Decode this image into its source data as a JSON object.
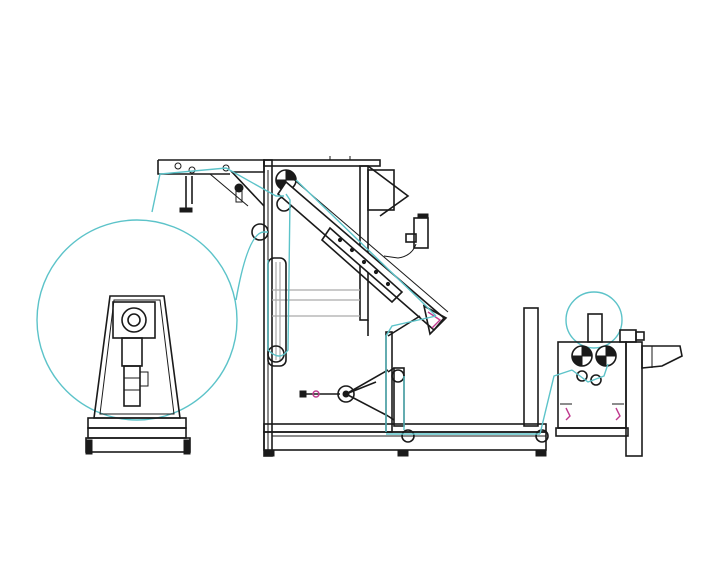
{
  "diagram": {
    "colors": {
      "frame": "#1a1a1a",
      "fabric_path": "#5cc3c9",
      "guide_bars": "#aaaaaa",
      "sensor_accent": "#c03a8e",
      "background": "#ffffff"
    },
    "components": [
      "fabric-roll-unwinder",
      "overhead-feed-beam",
      "main-tower-frame",
      "inclined-inspection-board",
      "control-panel-box",
      "dancer-tension-arm",
      "base-frame",
      "upright-post",
      "rewind-unit"
    ]
  }
}
